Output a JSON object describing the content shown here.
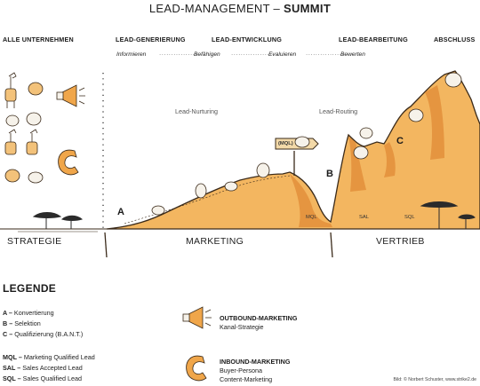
{
  "title": {
    "prefix": "LEAD-MANAGEMENT – ",
    "highlight": "SUMMIT"
  },
  "columns": [
    {
      "key": "alle",
      "label": "ALLE UNTERNEHMEN"
    },
    {
      "key": "generierung",
      "label": "LEAD-GENERIERUNG"
    },
    {
      "key": "entwicklung",
      "label": "LEAD-ENTWICKLUNG"
    },
    {
      "key": "bearbeitung",
      "label": "LEAD-BEARBEITUNG"
    },
    {
      "key": "abschluss",
      "label": "ABSCHLUSS"
    }
  ],
  "steps": [
    "Informieren",
    "Befähigen",
    "Evaluieren",
    "Bewerten"
  ],
  "step_dots": "··················",
  "processes": {
    "nurturing": "Lead-Nurturing",
    "routing": "Lead-Routing"
  },
  "markers": {
    "a": "A",
    "b": "B",
    "c": "C"
  },
  "stages": {
    "mql": "MQL",
    "sal": "SAL",
    "sql": "SQL"
  },
  "signpost": "(MQL)",
  "sections": {
    "strategie": "STRATEGIE",
    "marketing": "MARKETING",
    "vertrieb": "VERTRIEB"
  },
  "legend": {
    "title": "LEGENDE",
    "markers": [
      {
        "key": "A –",
        "text": "Konvertierung"
      },
      {
        "key": "B –",
        "text": "Selektion"
      },
      {
        "key": "C –",
        "text": "Qualifizierung (B.A.N.T.)"
      }
    ],
    "terms": [
      {
        "key": "MQL –",
        "text": "Marketing Qualified Lead"
      },
      {
        "key": "SAL –",
        "text": "Sales Accepted Lead"
      },
      {
        "key": "SQL –",
        "text": "Sales Qualified Lead"
      }
    ],
    "channels": [
      {
        "icon": "megaphone-icon",
        "title": "OUTBOUND-MARKETING",
        "lines": [
          "Kanal-Strategie"
        ]
      },
      {
        "icon": "magnet-icon",
        "title": "INBOUND-MARKETING",
        "lines": [
          "Buyer-Persona",
          "Content-Marketing"
        ]
      }
    ]
  },
  "credit": "Bild: © Norbert Schuster, www.strike2.de",
  "colors": {
    "mountain_fill": "#f3b660",
    "mountain_shade": "#e08a35",
    "outline": "#3a2a1a",
    "icon_accent": "#f0a64a",
    "tree": "#2b2b2b"
  }
}
